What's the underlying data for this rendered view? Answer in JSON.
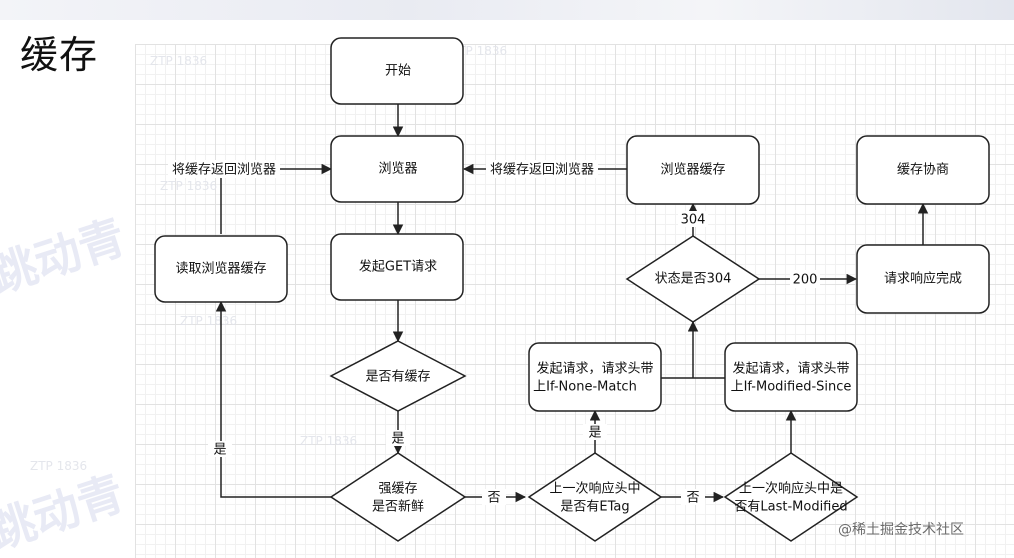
{
  "title": "缓存",
  "nodes": {
    "start": "开始",
    "browser": "浏览器",
    "browser_cache": "浏览器缓存",
    "negotiation": "缓存协商",
    "read_cache": "读取浏览器缓存",
    "send_get": "发起GET请求",
    "status304": "状态是否304",
    "response_done": "请求响应完成",
    "inm_line1": "发起请求，请求头带",
    "inm_line2": "上If-None-Match",
    "ims_line1": "发起请求，请求头带",
    "ims_line2": "上If-Modified-Since",
    "has_cache": "是否有缓存",
    "strong_line1": "强缓存",
    "strong_line2": "是否新鲜",
    "etag_line1": "上一次响应头中",
    "etag_line2": "是否有ETag",
    "lastmod_line1": "上一次响应头中是",
    "lastmod_line2": "否有Last-Modified"
  },
  "edges": {
    "return_left": "将缓存返回浏览器",
    "return_right": "将缓存返回浏览器",
    "code304": "304",
    "code200": "200",
    "yes_has_cache": "是",
    "yes_fresh": "是",
    "no_fresh": "否",
    "yes_etag": "是",
    "no_etag": "否"
  },
  "watermark": {
    "brand": "跳动青",
    "code": "ZTP 1836"
  },
  "credit": "@稀土掘金技术社区"
}
